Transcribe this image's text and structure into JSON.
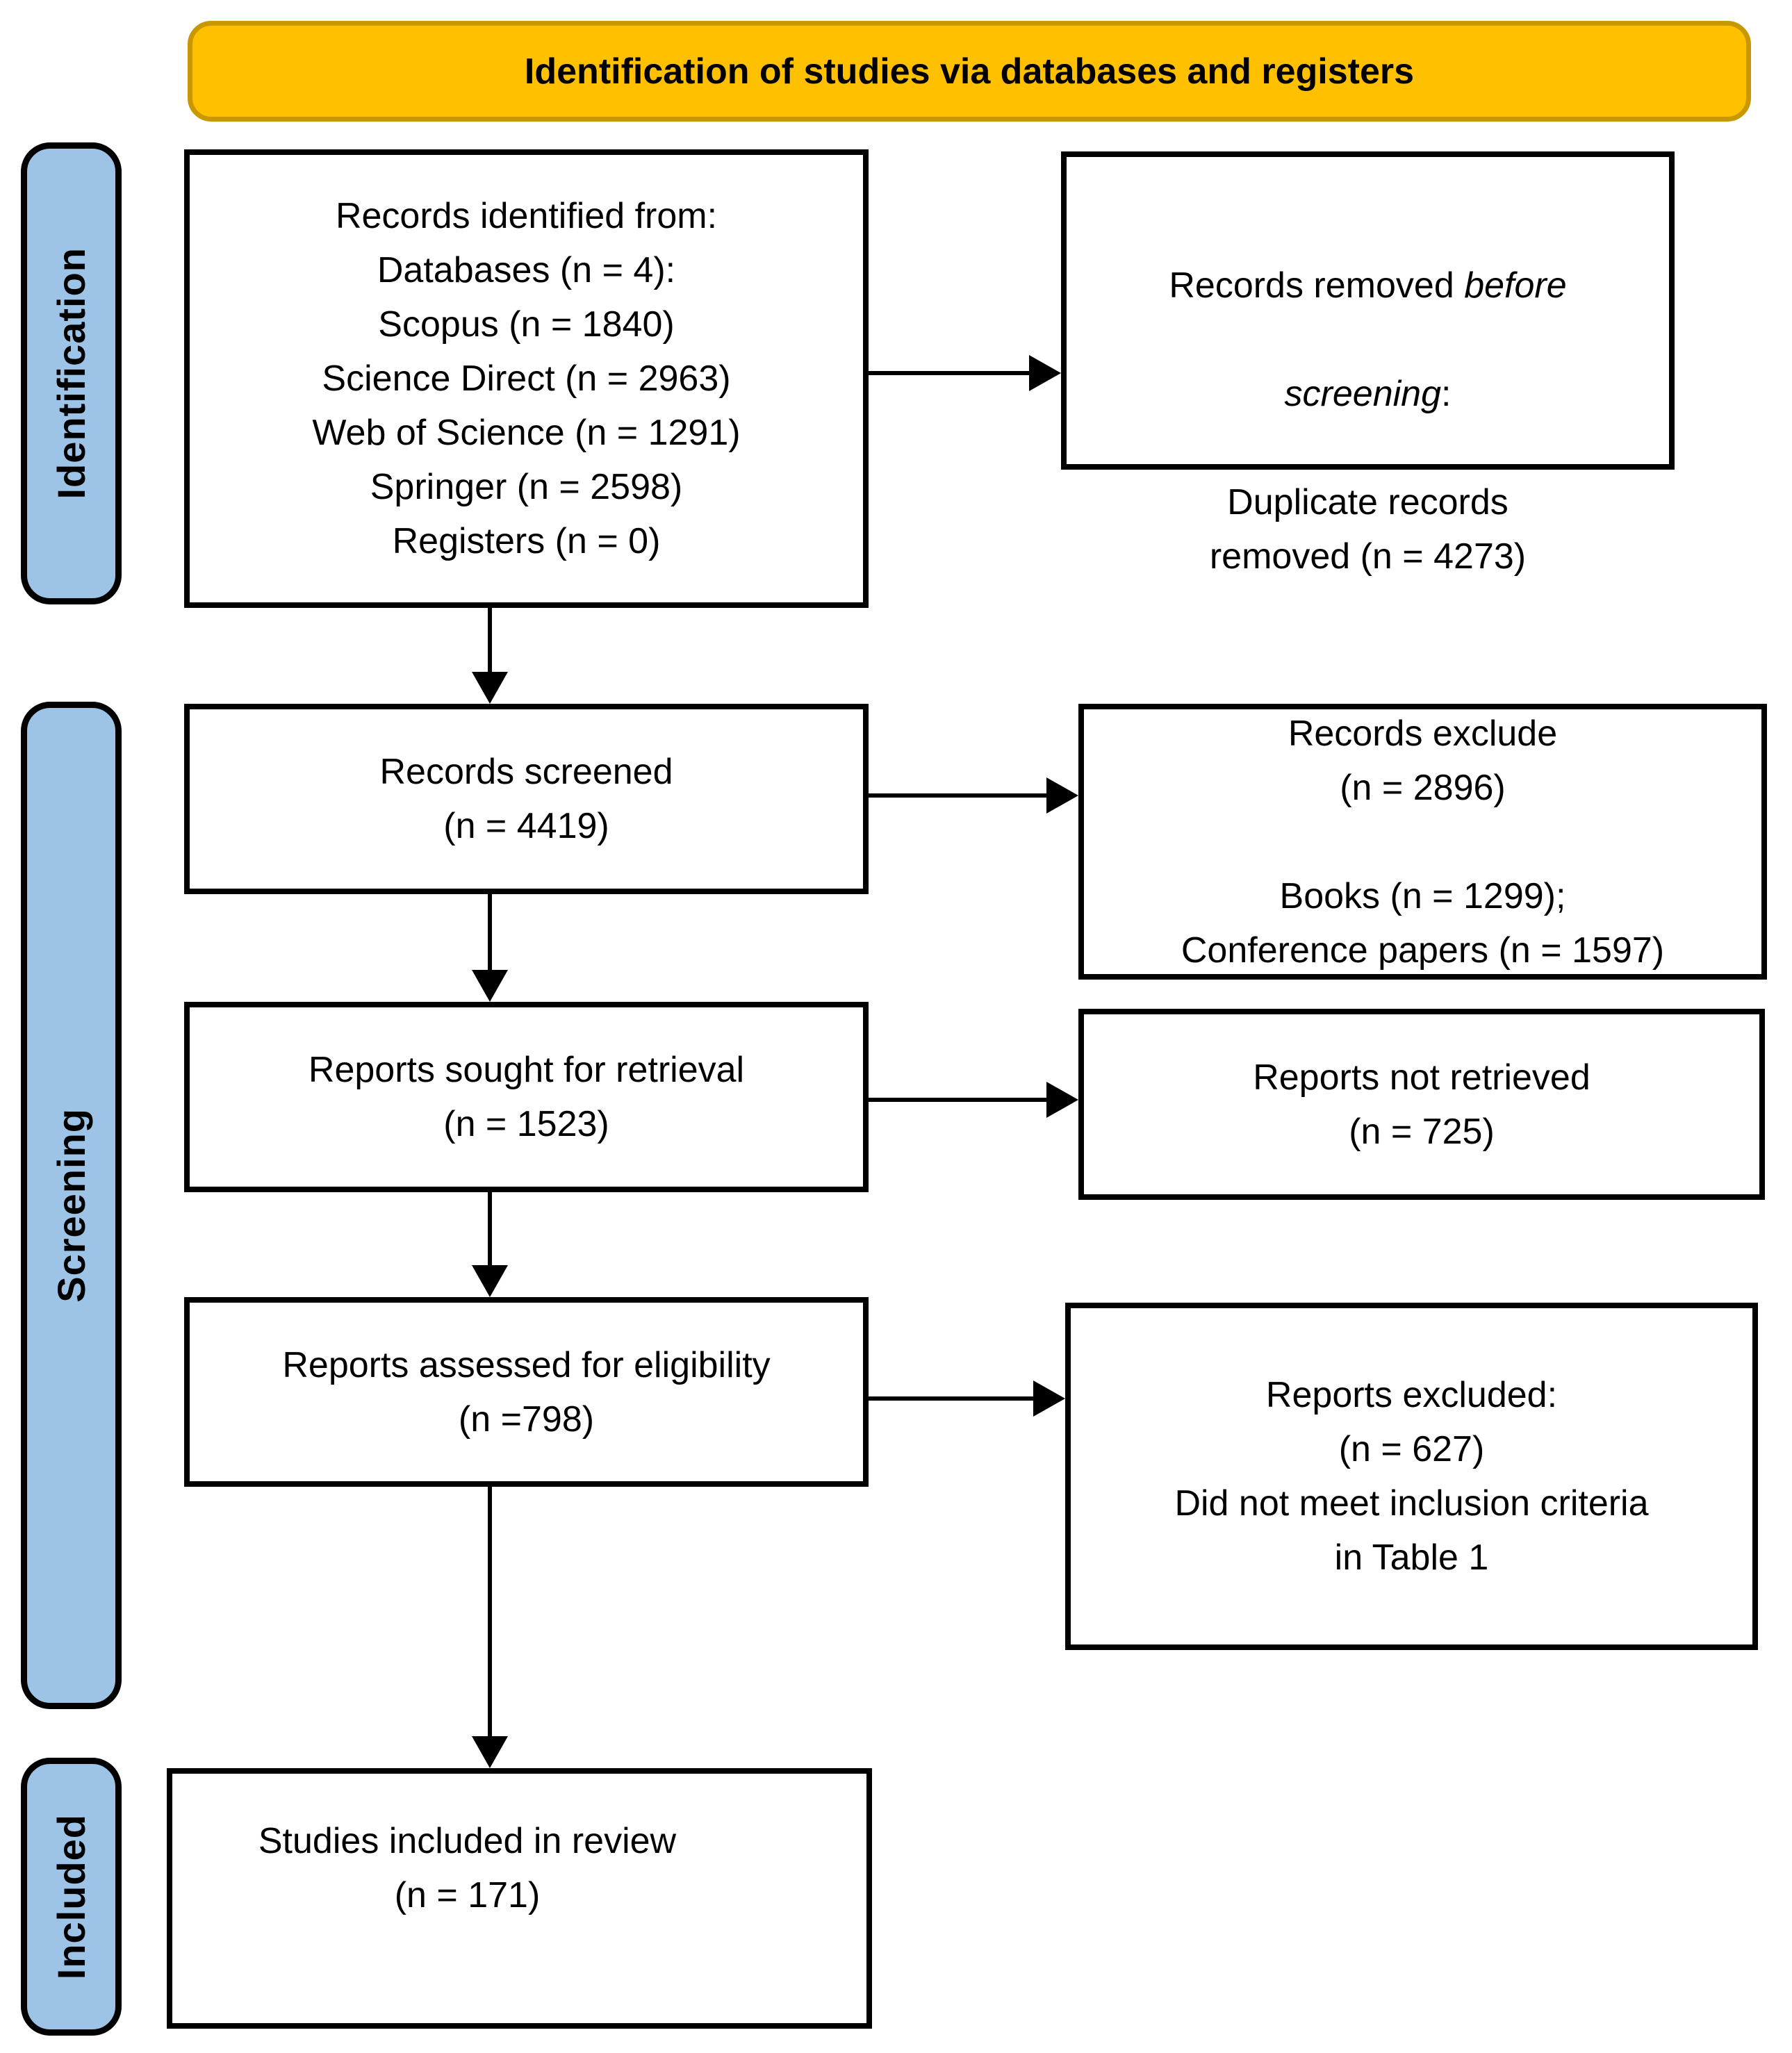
{
  "header": {
    "title": "Identification of studies via databases and registers"
  },
  "sidebar": {
    "identification_label": "Identification",
    "screening_label": "Screening",
    "included_label": "Included"
  },
  "boxes": {
    "records_identified": {
      "text": "Records identified from:\nDatabases (n = 4):\nScopus (n = 1840)\nScience Direct (n = 2963)\nWeb of Science (n = 1291)\nSpringer (n = 2598)\nRegisters (n = 0)"
    },
    "records_removed": {
      "prefix": "Records removed ",
      "italic_before": "before",
      "italic_screening": "screening",
      "colon": ":",
      "body": "Duplicate records\nremoved (n = 4273)"
    },
    "records_screened": {
      "text": "Records screened\n(n = 4419)"
    },
    "records_excluded": {
      "text": "Records exclude\n(n = 2896)\n\nBooks (n = 1299);\nConference papers (n = 1597)"
    },
    "reports_sought": {
      "text": "Reports sought for retrieval\n(n = 1523)"
    },
    "reports_not_retrieved": {
      "text": "Reports not retrieved\n(n = 725)"
    },
    "reports_assessed": {
      "text": "Reports assessed for eligibility\n(n =798)"
    },
    "reports_excluded": {
      "text": "Reports excluded:\n(n = 627)\nDid not meet inclusion criteria\nin Table 1"
    },
    "studies_included": {
      "text": "Studies included in review\n(n = 171)"
    }
  },
  "colors": {
    "header_bg": "#FFC000",
    "header_border": "#C99700",
    "sidebar_bg": "#9DC3E6",
    "sidebar_border": "#000000",
    "box_bg": "#FFFFFF",
    "box_border": "#000000"
  }
}
